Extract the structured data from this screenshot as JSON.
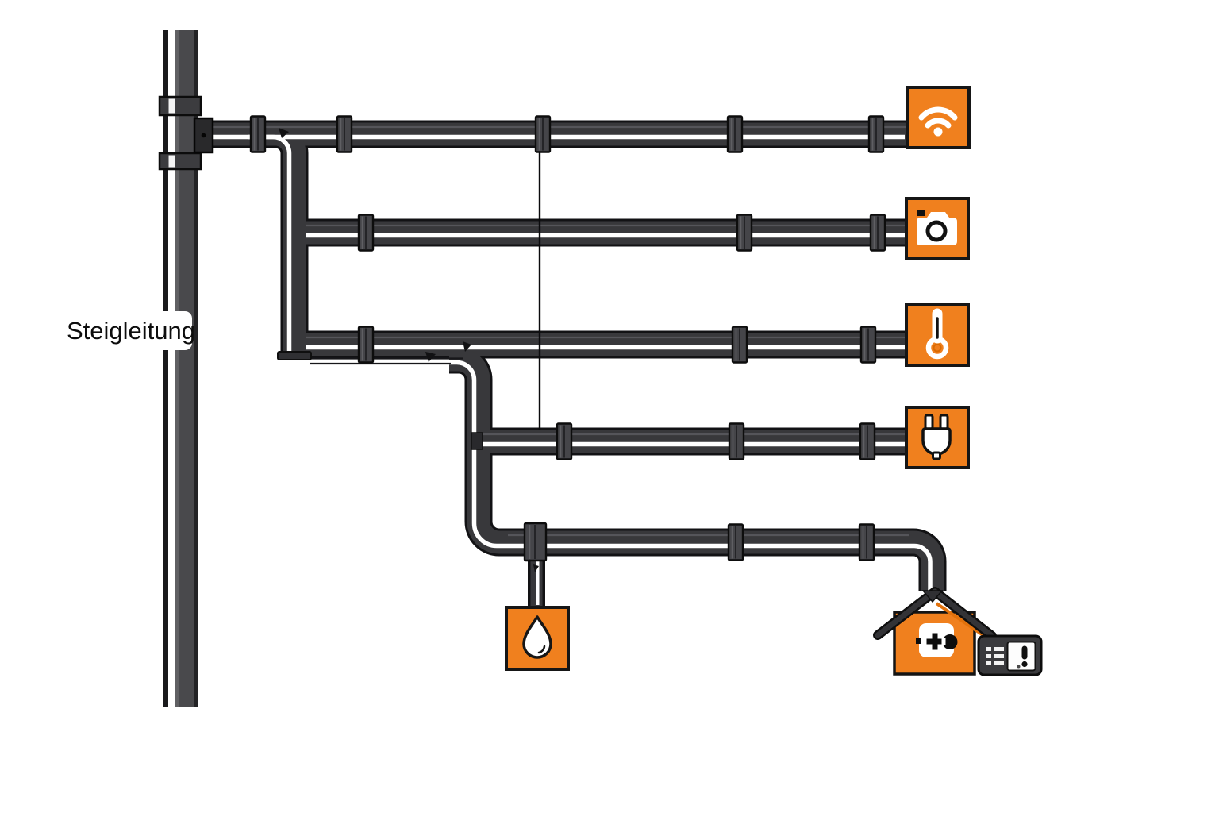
{
  "diagram": {
    "riser_label": "Steigleitung",
    "nodes": [
      {
        "id": "wifi",
        "icon": "wifi-icon"
      },
      {
        "id": "camera",
        "icon": "camera-icon"
      },
      {
        "id": "thermometer",
        "icon": "thermometer-icon"
      },
      {
        "id": "power-plug",
        "icon": "plug-icon"
      },
      {
        "id": "water",
        "icon": "water-drop-icon"
      },
      {
        "id": "smart-home",
        "icon": "house-icon"
      },
      {
        "id": "control-device",
        "icon": "alert-display-icon"
      }
    ],
    "colors": {
      "accent_orange": "#F0801E",
      "pipe_dark": "#38383B",
      "coupler_gray": "#47474B",
      "outline_black": "#121214",
      "background": "#FFFFFF",
      "icon_white": "#FFFFFF"
    }
  }
}
